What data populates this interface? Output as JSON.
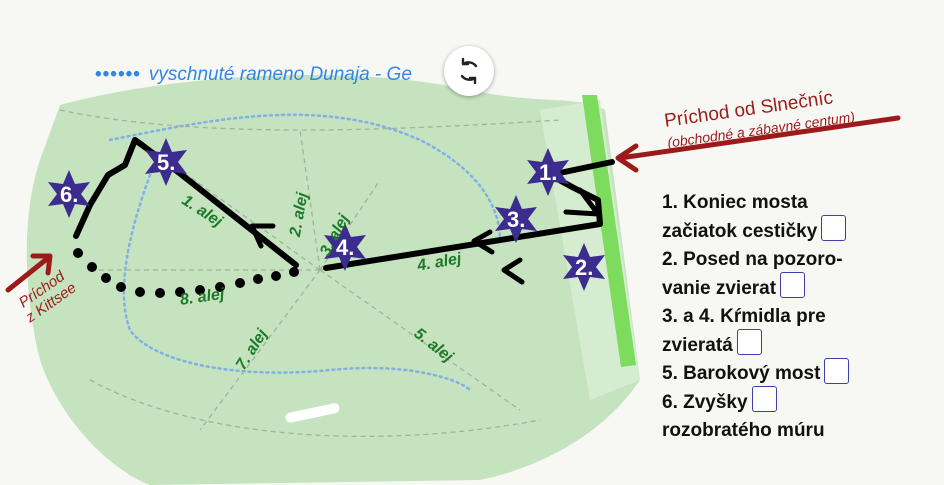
{
  "map": {
    "water_legend": "vyschnuté rameno Dunaja - Ge",
    "entry_east_line1": "Príchod od Slnečníc",
    "entry_east_line2": "(obchodné a zábavné centum)",
    "entry_west_line1": "Príchod",
    "entry_west_line2": "z Kittsee",
    "alleys": [
      "1. alej",
      "2. alej",
      "3. alej",
      "4. alej",
      "5. alej",
      "7. alej",
      "8. alej"
    ],
    "stops": [
      "1.",
      "2.",
      "3.",
      "4.",
      "5.",
      "6."
    ],
    "colors": {
      "park": "#c6e3bf",
      "route": "#000000",
      "star": "#3c2c8e",
      "entry_arrow": "#9c1a1a",
      "bridge": "#7ddc5e",
      "water": "#2f86e8",
      "alley_text": "#1d7a2a"
    }
  },
  "controls": {
    "refresh_icon": "refresh-icon"
  },
  "checklist": {
    "items": [
      [
        "1.  Koniec mosta",
        "začiatok cestičky"
      ],
      [
        "2. Posed na pozoro-",
        "vanie zvierat"
      ],
      [
        "3. a 4. Kŕmidla pre",
        "zvieratá"
      ],
      [
        "5. Barokový most"
      ],
      [
        "6. Zvyšky",
        "rozobratého múru"
      ]
    ]
  }
}
